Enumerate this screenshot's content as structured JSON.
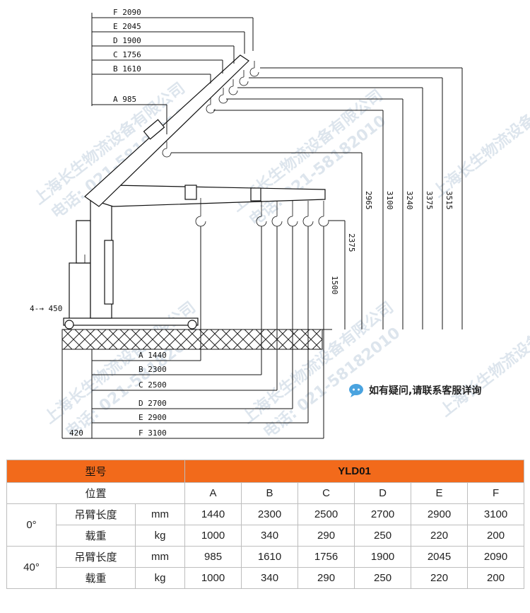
{
  "drawing": {
    "top_dims": [
      {
        "label": "F 2090"
      },
      {
        "label": "E 2045"
      },
      {
        "label": "D 1900"
      },
      {
        "label": "C 1756"
      },
      {
        "label": "B 1610"
      },
      {
        "label": "A 985"
      }
    ],
    "bottom_dims": [
      {
        "label": "A 1440"
      },
      {
        "label": "B 2300"
      },
      {
        "label": "C 2500"
      },
      {
        "label": "D 2700"
      },
      {
        "label": "E 2900"
      },
      {
        "label": "F 3100"
      }
    ],
    "height_dims": [
      "1500",
      "2375",
      "2965",
      "3100",
      "3240",
      "3375",
      "3515"
    ],
    "base_label": "420",
    "leg_label": "4-→ 450",
    "watermark_company": "上海长生物流设备有限公司",
    "watermark_phone": "电话: 021-58182010"
  },
  "help": {
    "text": "如有疑问,请联系客服详询",
    "icon": "chat-bubble-icon"
  },
  "table": {
    "model_label": "型号",
    "model_value": "YLD01",
    "position_label": "位置",
    "positions": [
      "A",
      "B",
      "C",
      "D",
      "E",
      "F"
    ],
    "rows": [
      {
        "angle": "0°",
        "param": "吊臂长度",
        "unit": "mm",
        "values": [
          "1440",
          "2300",
          "2500",
          "2700",
          "2900",
          "3100"
        ]
      },
      {
        "angle": "",
        "param": "载重",
        "unit": "kg",
        "values": [
          "1000",
          "340",
          "290",
          "250",
          "220",
          "200"
        ]
      },
      {
        "angle": "40°",
        "param": "吊臂长度",
        "unit": "mm",
        "values": [
          "985",
          "1610",
          "1756",
          "1900",
          "2045",
          "2090"
        ]
      },
      {
        "angle": "",
        "param": "载重",
        "unit": "kg",
        "values": [
          "1000",
          "340",
          "290",
          "250",
          "220",
          "200"
        ]
      }
    ],
    "header_color": "#f26a1b"
  }
}
